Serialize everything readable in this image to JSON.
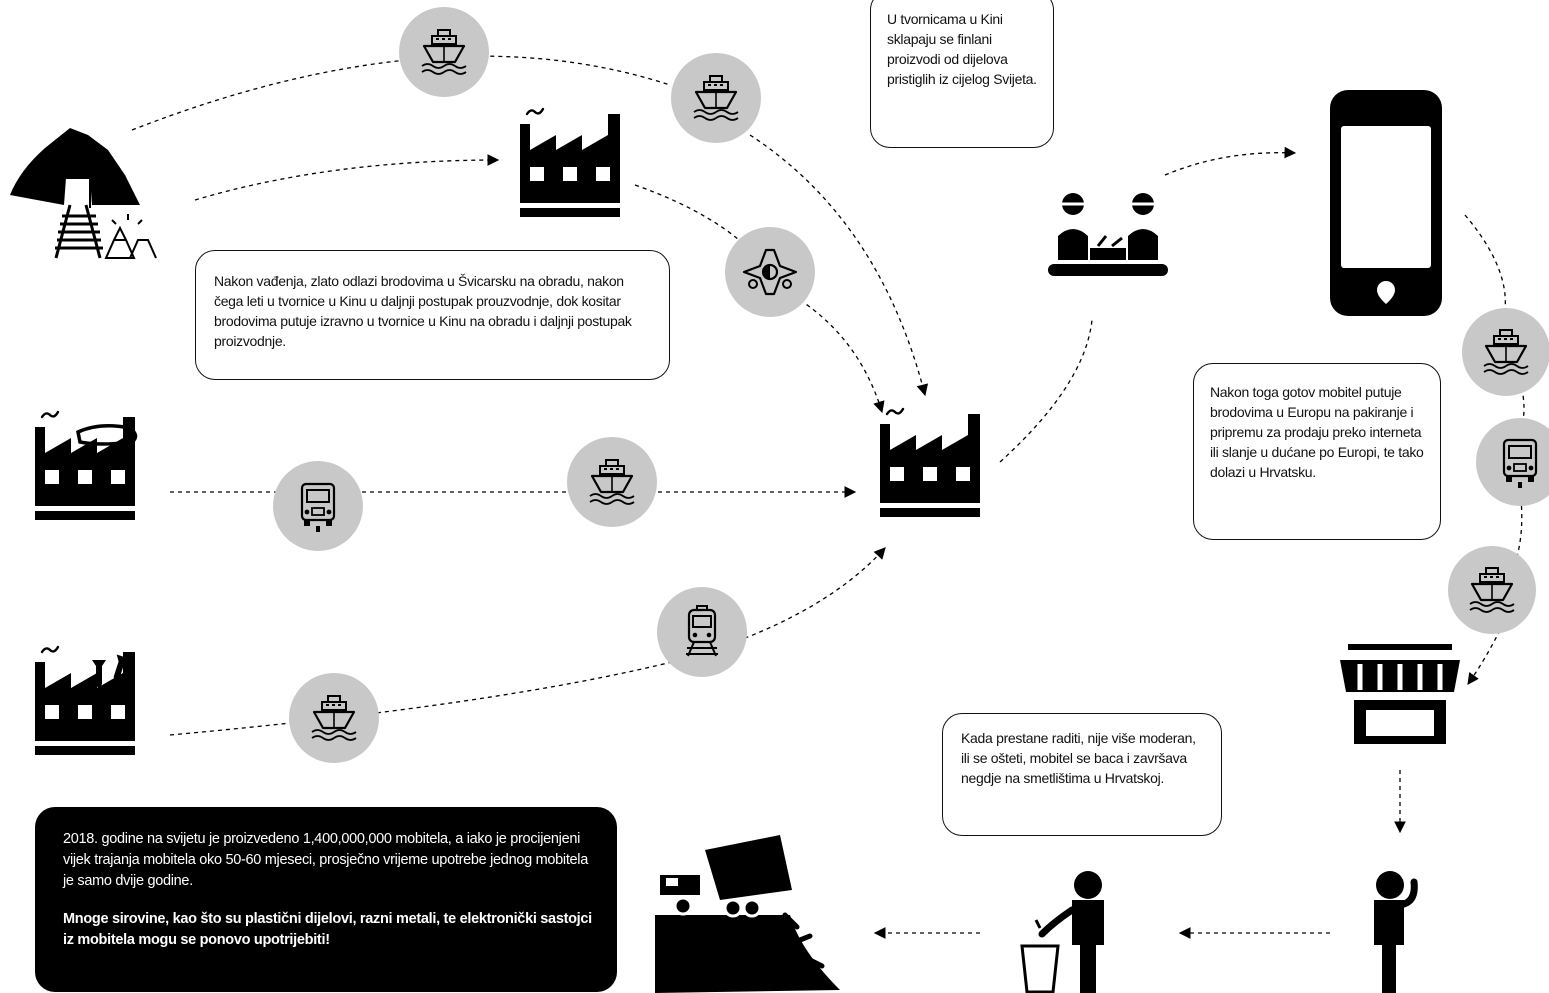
{
  "notes": {
    "china": "U tvornicama u Kini sklapaju se finlani proizvodi od dijelova pristiglih iz cijelog Svijeta.",
    "gold": "Nakon vađenja, zlato odlazi brodovima u Švicarsku na obradu, nakon čega leti u tvornice u Kinu u daljnji postupak prouzvodnje, dok kositar brodovima putuje izravno u tvornice u Kinu na obradu i daljnji postupak proizvodnje.",
    "europe": "Nakon toga gotov mobitel putuje brodovima u Europu na pakiranje i pripremu za prodaju preko interneta ili slanje u dućane po Europi, te tako dolazi u Hrvatsku.",
    "disposal": "Kada prestane raditi, nije više moderan, ili se ošteti, mobitel se baca i završava negdje na smetlištima u Hrvatskoj."
  },
  "summary": {
    "text": "2018. godine na svijetu je proizvedeno 1,400,000,000 mobitela, a iako je procijenjeni vijek trajanja mobitela oko 50-60 mjeseci, prosječno vrijeme upotrebe jednog mobitela je samo dvije godine.",
    "bold": "Mnoge sirovine, kao što su plastični dijelovi, razni metali, te elektronički sastojci iz mobitela mogu se ponovo upotrijebiti!"
  },
  "colors": {
    "ink": "#000000",
    "circle": "#c8c8c8",
    "paper": "#ffffff"
  }
}
